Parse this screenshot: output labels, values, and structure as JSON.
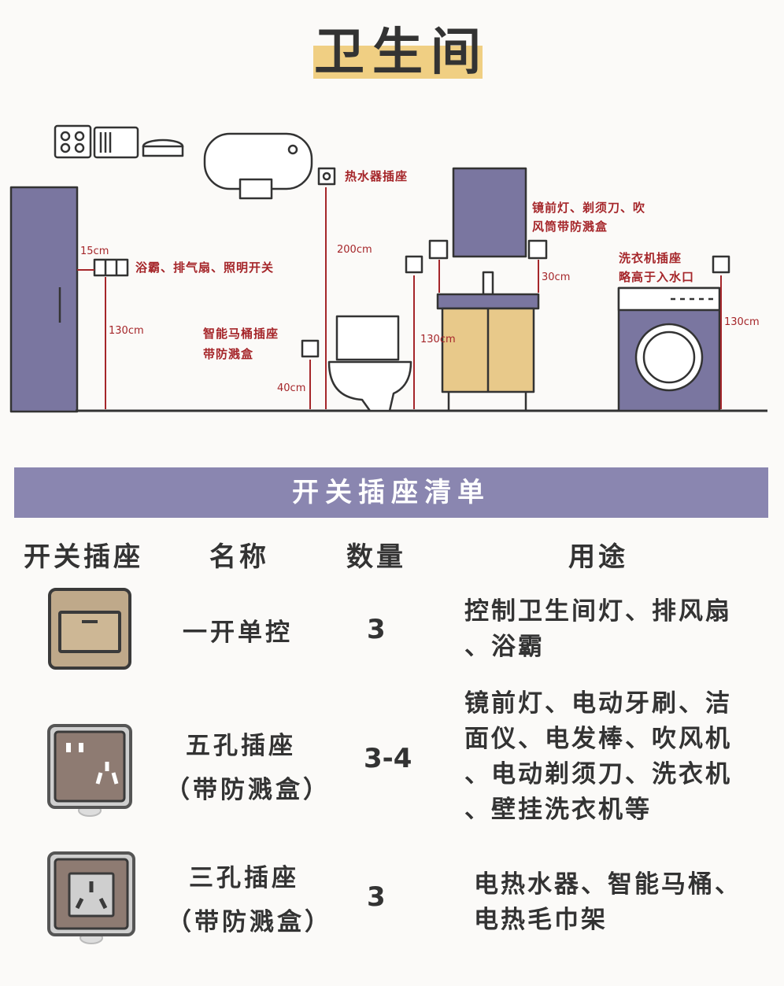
{
  "title": "卫生间",
  "diagram": {
    "labels": {
      "heater_socket": "热水器插座",
      "mirror_line1": "镜前灯、剃须刀、吹",
      "mirror_line2": "风筒带防溅盒",
      "washer_line1": "洗衣机插座",
      "washer_line2": "略高于入水口",
      "switch_label": "浴霸、排气扇、照明开关",
      "toilet_line1": "智能马桶插座",
      "toilet_line2": "带防溅盒"
    },
    "dimensions": {
      "switch_offset": "15cm",
      "switch_height": "130cm",
      "heater_height": "200cm",
      "toilet_height": "40cm",
      "basin_height": "130cm",
      "mirror_offset": "30cm",
      "washer_height": "130cm"
    }
  },
  "list": {
    "banner": "开关插座清单",
    "headers": [
      "开关插座",
      "名称",
      "数量",
      "用途"
    ],
    "rows": [
      {
        "icon": "single-switch-icon",
        "name_line1": "一开单控",
        "name_line2": "",
        "qty": "3",
        "use_lines": [
          "控制卫生间灯、排风扇",
          "、浴霸"
        ]
      },
      {
        "icon": "five-hole-socket-icon",
        "name_line1": "五孔插座",
        "name_line2": "（带防溅盒）",
        "qty": "3-4",
        "use_lines": [
          "镜前灯、电动牙刷、洁",
          "面仪、电发棒、吹风机",
          "、电动剃须刀、洗衣机",
          "、壁挂洗衣机等"
        ]
      },
      {
        "icon": "three-hole-socket-icon",
        "name_line1": "三孔插座",
        "name_line2": "（带防溅盒）",
        "qty": "3",
        "use_lines": [
          "电热水器、智能马桶、",
          "电热毛巾架"
        ]
      }
    ]
  },
  "colors": {
    "accent_label": "#a5262a",
    "banner": "#8a86b0",
    "highlight": "#f0cf83",
    "cabinet": "#e8c98a",
    "fixture": "#7a76a0"
  }
}
